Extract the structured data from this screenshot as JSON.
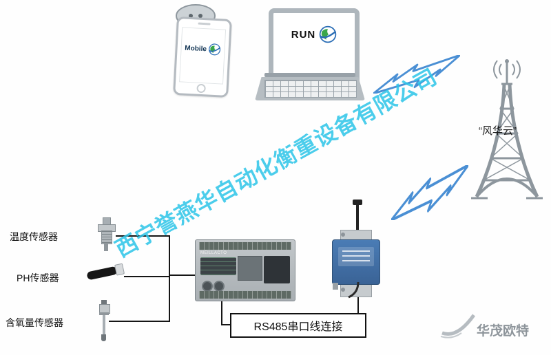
{
  "watermark": {
    "diagonal_text": "西宁誉燕华自动化衡重设备有限公司",
    "diagonal_color": "#2cc4e8",
    "brand_text": "华茂欧特"
  },
  "phone": {
    "screen_text": "Mobile"
  },
  "laptop": {
    "screen_text": "RUN"
  },
  "tower": {
    "label": "“风华云”"
  },
  "sensors": [
    {
      "label": "温度传感器"
    },
    {
      "label": "PH传感器"
    },
    {
      "label": "含氧量传感器"
    }
  ],
  "plc": {
    "brand_text": "MEILLACTO"
  },
  "connection": {
    "label": "RS485串口线连接"
  }
}
